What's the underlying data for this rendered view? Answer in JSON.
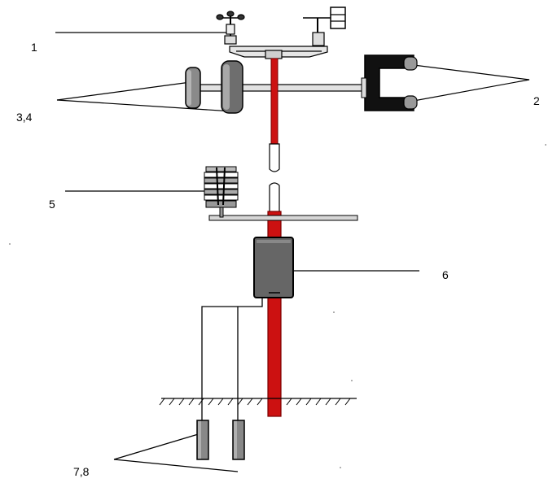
{
  "labels": {
    "l1": "1",
    "l2": "2",
    "l34": "3,4",
    "l5": "5",
    "l6": "6",
    "l78": "7,8"
  },
  "colors": {
    "mast": "#cc1111",
    "mast_dark": "#7a0000",
    "logger": "#666666",
    "sensor_gray": "#777777",
    "line": "#000000"
  }
}
